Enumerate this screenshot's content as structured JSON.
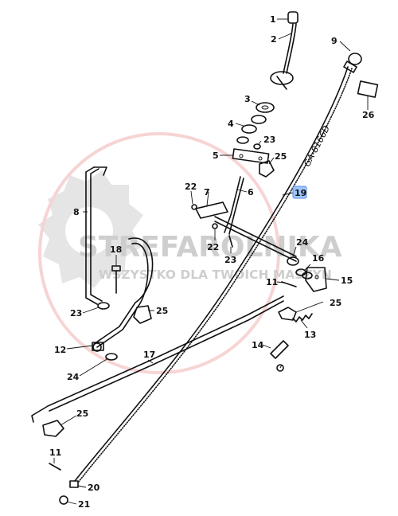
{
  "watermark": {
    "brand": "STREFAROLNIKA",
    "tagline": "WSZYSTKO DLA TWOICH MASZYN"
  },
  "cable_code": "GA-8166D",
  "highlight_color": "#9ec5ff",
  "callouts": {
    "p1": "1",
    "p2": "2",
    "p3": "3",
    "p4": "4",
    "p5": "5",
    "p6": "6",
    "p7": "7",
    "p8": "8",
    "p9": "9",
    "p11a": "11",
    "p11b": "11",
    "p12": "12",
    "p13": "13",
    "p14": "14",
    "p15": "15",
    "p16": "16",
    "p17": "17",
    "p18": "18",
    "p19": "19",
    "p20": "20",
    "p21": "21",
    "p22a": "22",
    "p22b": "22",
    "p23a": "23",
    "p23b": "23",
    "p23c": "23",
    "p24a": "24",
    "p24b": "24",
    "p25a": "25",
    "p25b": "25",
    "p25c": "25",
    "p25d": "25",
    "p26": "26"
  }
}
